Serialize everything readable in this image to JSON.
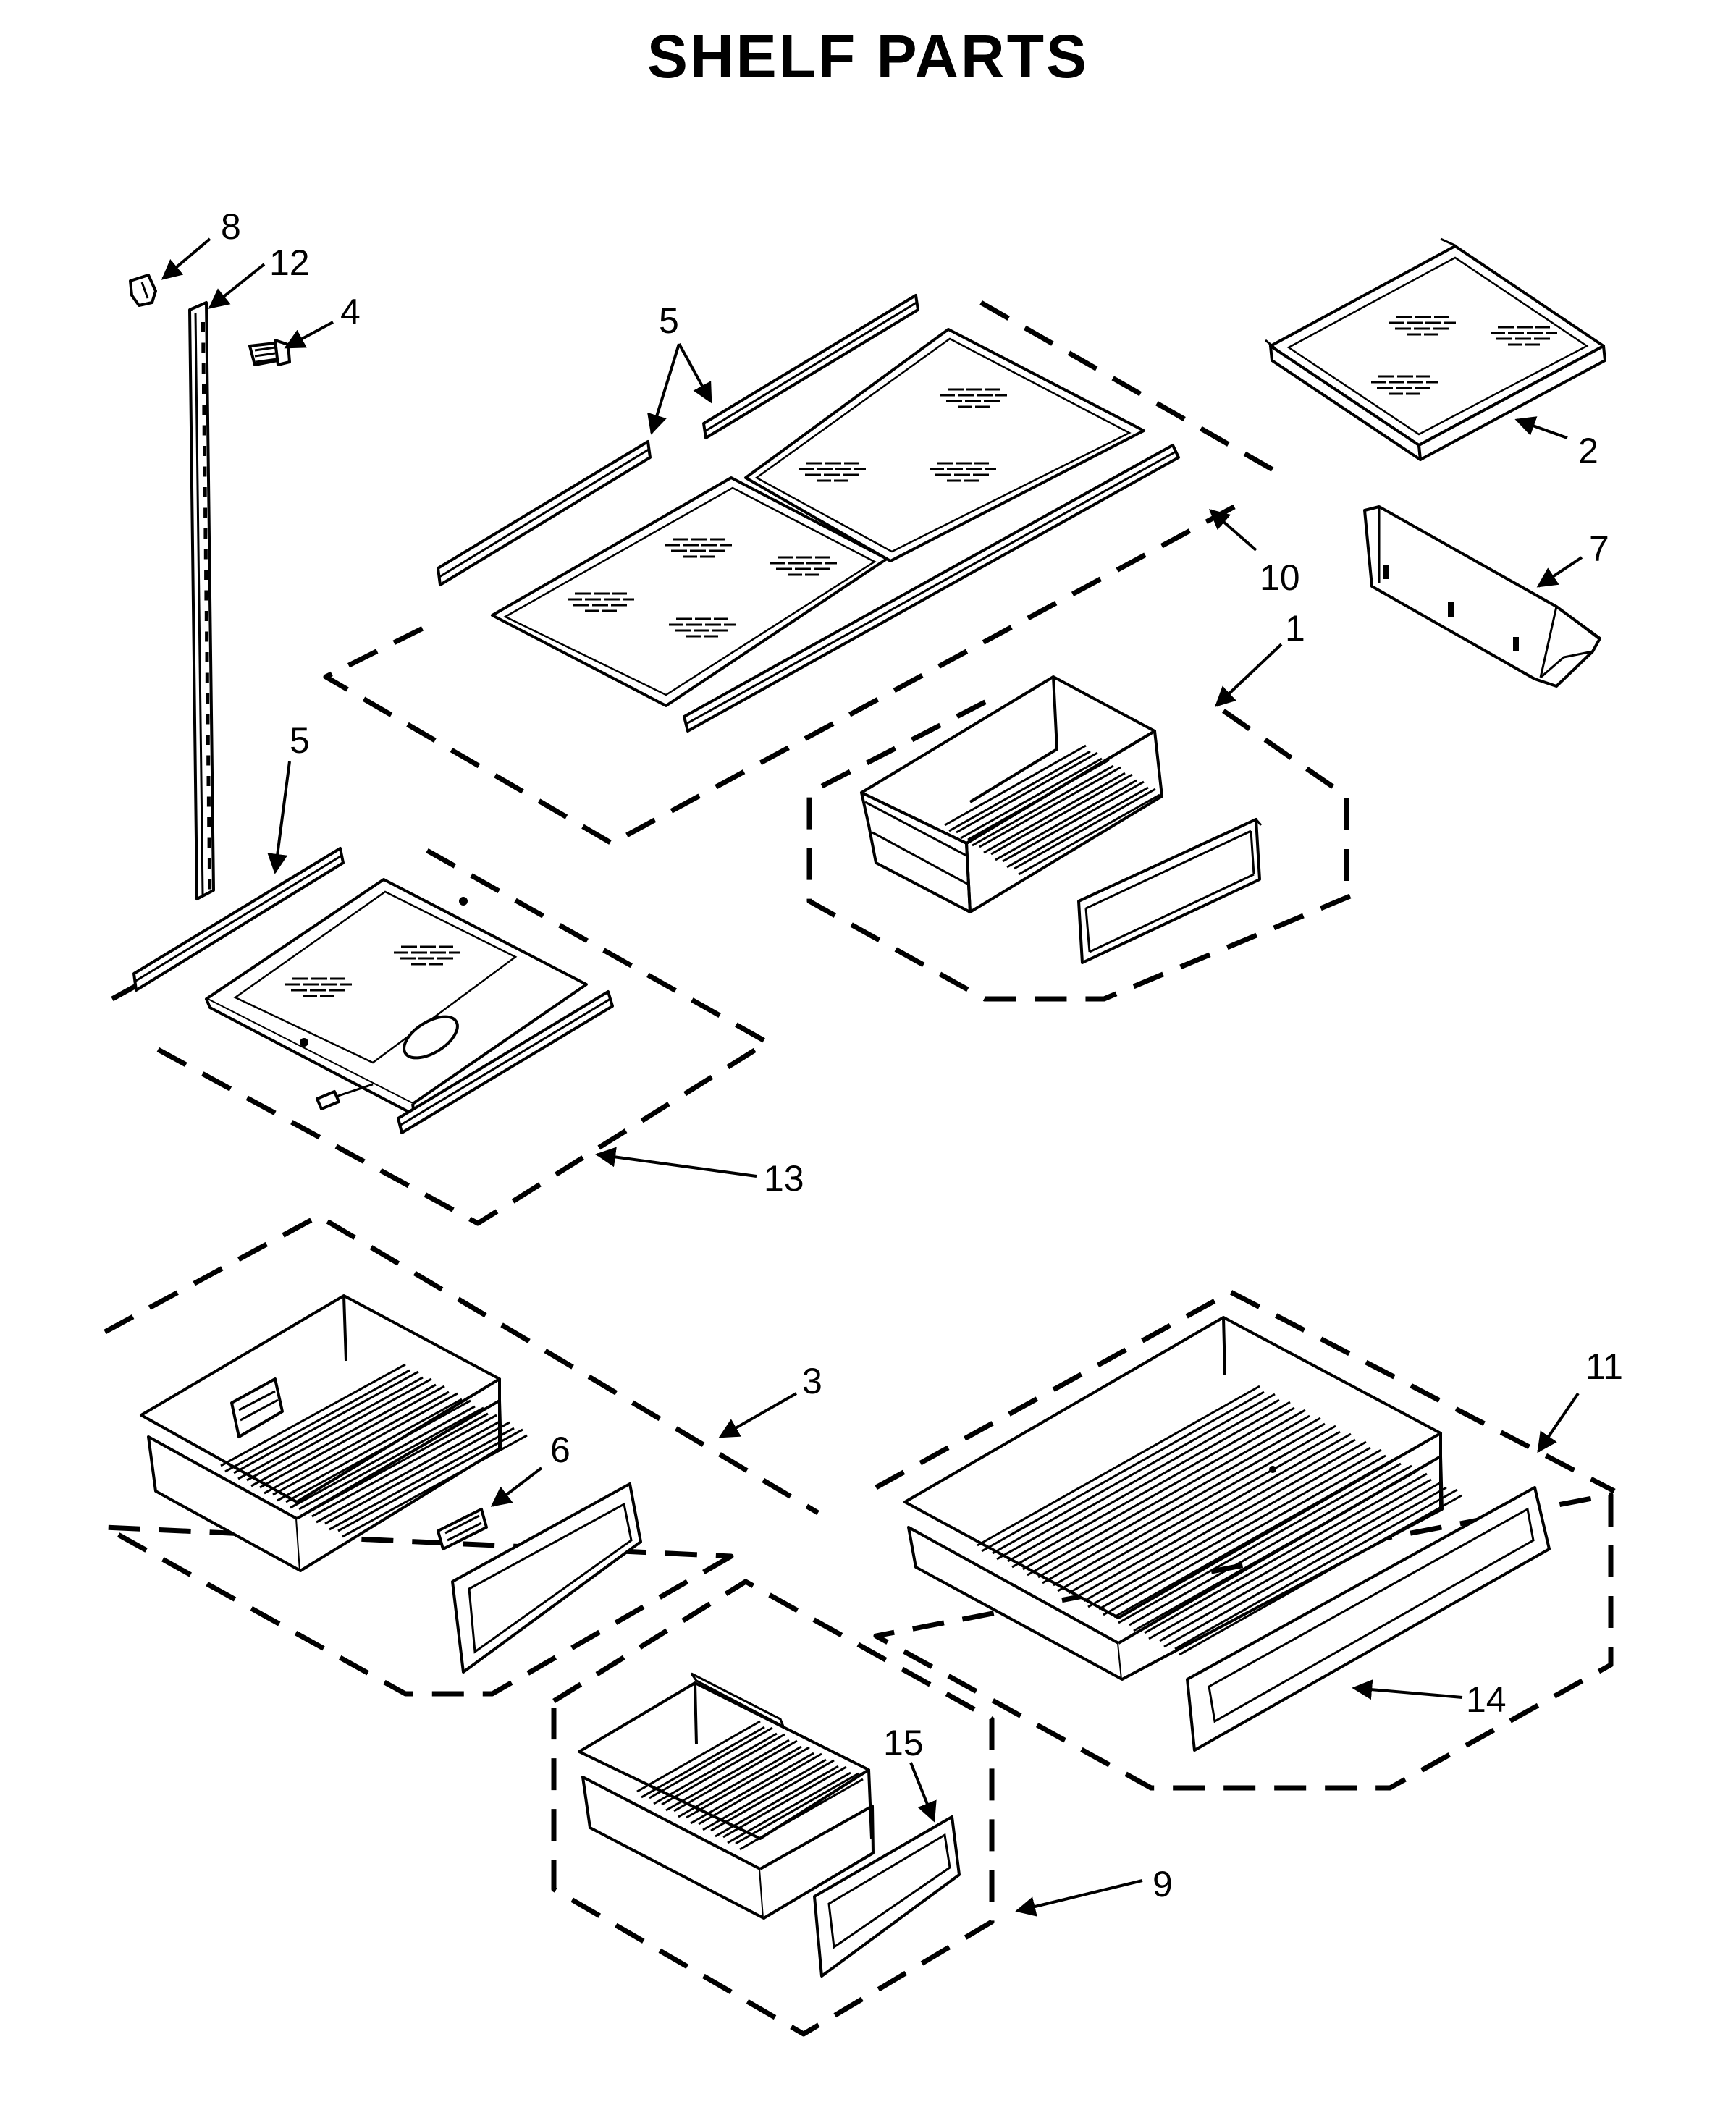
{
  "title": "SHELF PARTS",
  "callouts": {
    "c8": "8",
    "c12": "12",
    "c4": "4",
    "c5a": "5",
    "c2": "2",
    "c7": "7",
    "c10": "10",
    "c1": "1",
    "c5b": "5",
    "c13": "13",
    "c3": "3",
    "c6": "6",
    "c11": "11",
    "c14": "14",
    "c15": "15",
    "c9": "9"
  }
}
